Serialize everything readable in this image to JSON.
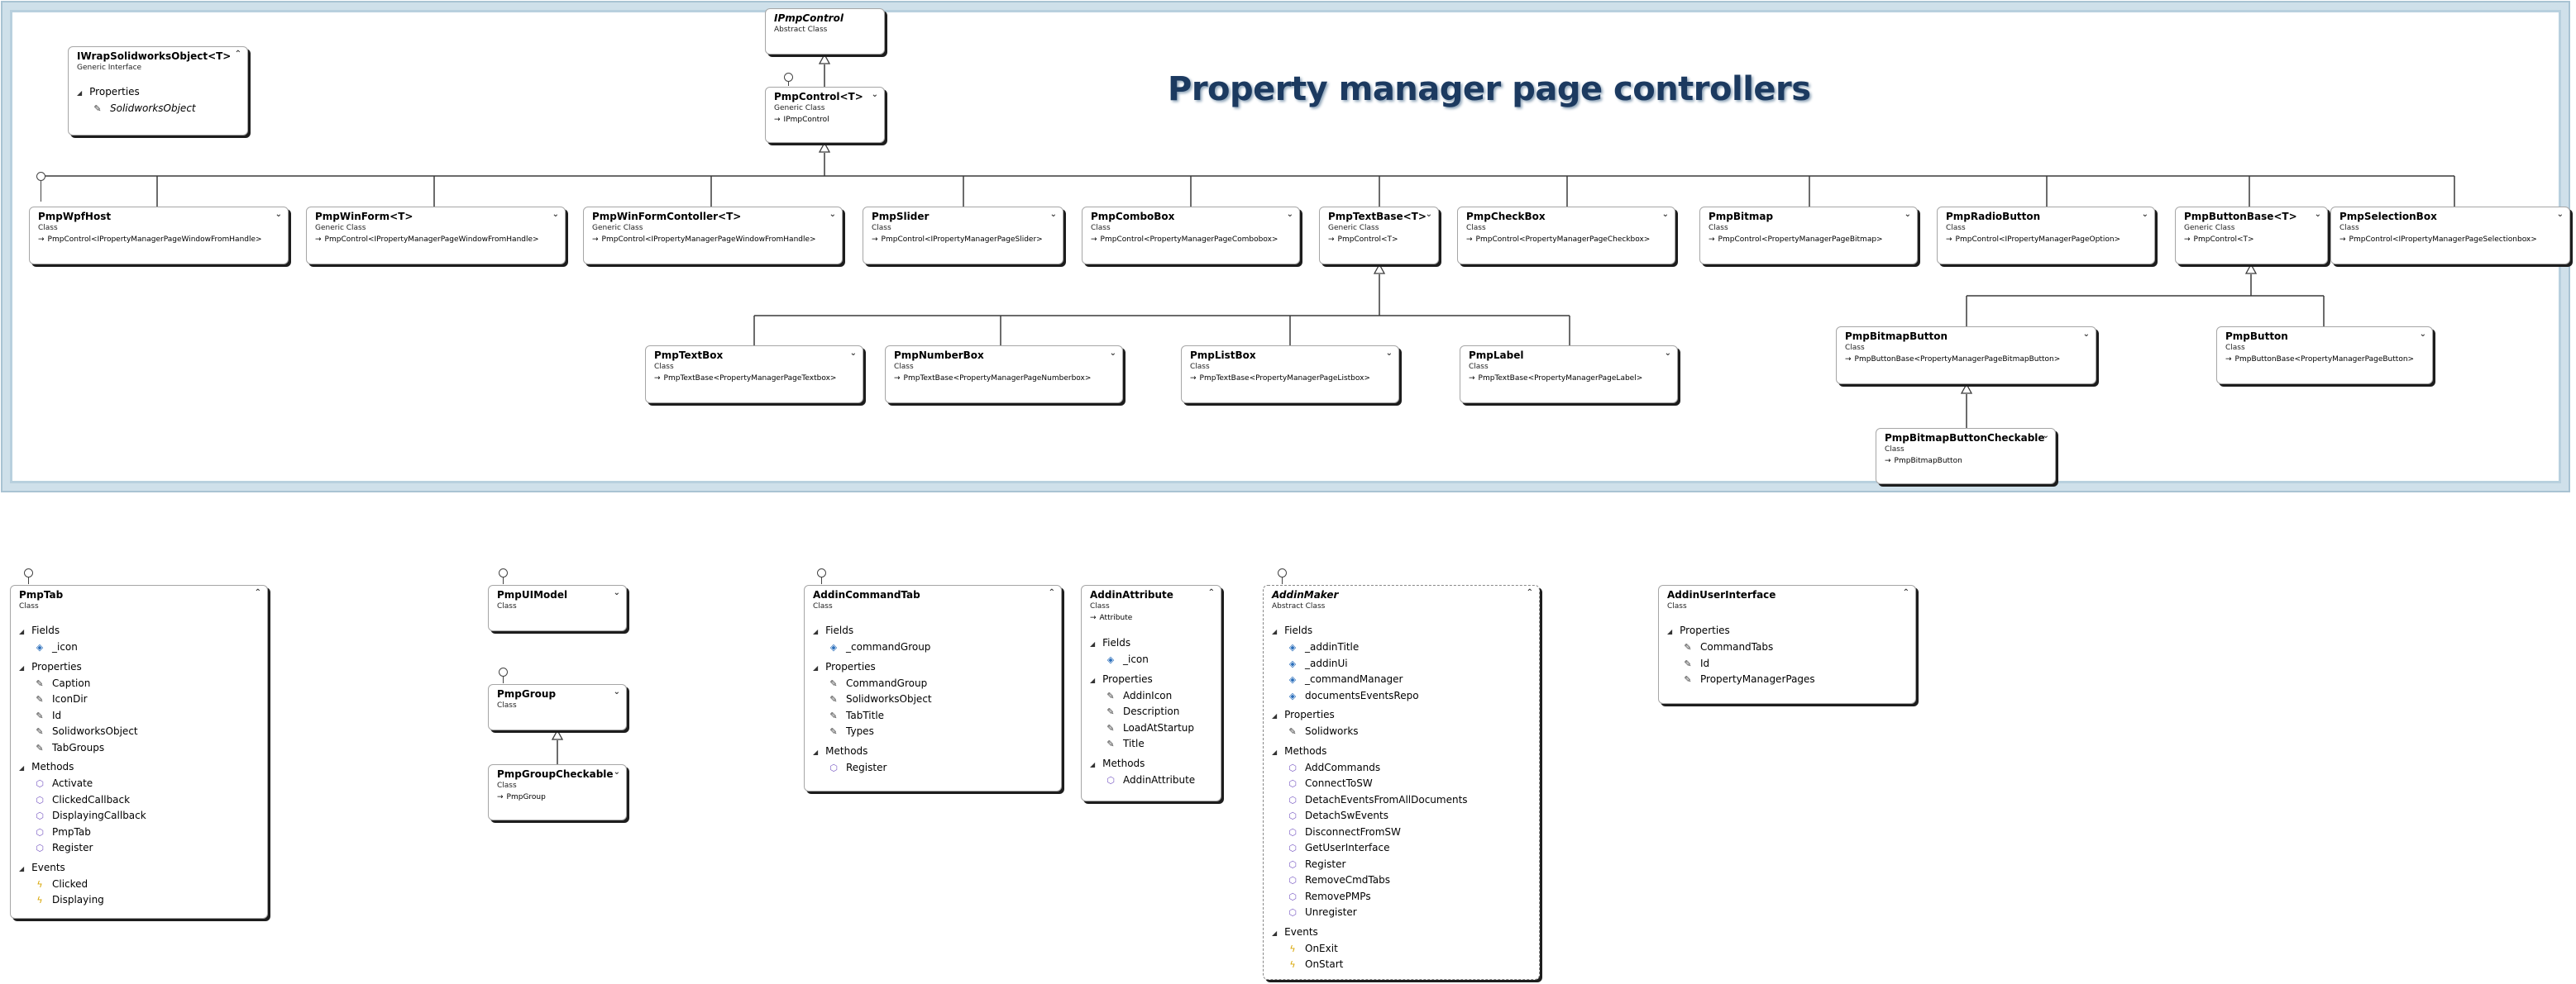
{
  "title": "Property manager page controllers",
  "boxes": {
    "ipmpcontrol": {
      "name": "IPmpControl",
      "kind": "Abstract Class"
    },
    "iwrap": {
      "name": "IWrapSolidworksObject<T>",
      "kind": "Generic Interface",
      "sections": [
        {
          "label": "Properties",
          "members": [
            "SolidworksObject"
          ]
        }
      ]
    },
    "pmpcontrol": {
      "name": "PmpControl<T>",
      "kind": "Generic Class",
      "base": "IPmpControl"
    },
    "pmpwpfhost": {
      "name": "PmpWpfHost",
      "kind": "Class",
      "base": "PmpControl<IPropertyManagerPageWindowFromHandle>"
    },
    "pmpwinform": {
      "name": "PmpWinForm<T>",
      "kind": "Generic Class",
      "base": "PmpControl<IPropertyManagerPageWindowFromHandle>"
    },
    "pmpwinformcontroller": {
      "name": "PmpWinFormContoller<T>",
      "kind": "Generic Class",
      "base": "PmpControl<IPropertyManagerPageWindowFromHandle>"
    },
    "pmpslider": {
      "name": "PmpSlider",
      "kind": "Class",
      "base": "PmpControl<IPropertyManagerPageSlider>"
    },
    "pmpcombobox": {
      "name": "PmpComboBox",
      "kind": "Class",
      "base": "PmpControl<PropertyManagerPageCombobox>"
    },
    "pmptextbase": {
      "name": "PmpTextBase<T>",
      "kind": "Generic Class",
      "base": "PmpControl<T>"
    },
    "pmpcheckbox": {
      "name": "PmpCheckBox",
      "kind": "Class",
      "base": "PmpControl<PropertyManagerPageCheckbox>"
    },
    "pmpbitmap": {
      "name": "PmpBitmap",
      "kind": "Class",
      "base": "PmpControl<PropertyManagerPageBitmap>"
    },
    "pmpradiobutton": {
      "name": "PmpRadioButton",
      "kind": "Class",
      "base": "PmpControl<IPropertyManagerPageOption>"
    },
    "pmpbuttonbase": {
      "name": "PmpButtonBase<T>",
      "kind": "Generic Class",
      "base": "PmpControl<T>"
    },
    "pmpselectionbox": {
      "name": "PmpSelectionBox",
      "kind": "Class",
      "base": "PmpControl<IPropertyManagerPageSelectionbox>"
    },
    "pmptextbox": {
      "name": "PmpTextBox",
      "kind": "Class",
      "base": "PmpTextBase<PropertyManagerPageTextbox>"
    },
    "pmpnumberbox": {
      "name": "PmpNumberBox",
      "kind": "Class",
      "base": "PmpTextBase<PropertyManagerPageNumberbox>"
    },
    "pmplistbox": {
      "name": "PmpListBox",
      "kind": "Class",
      "base": "PmpTextBase<PropertyManagerPageListbox>"
    },
    "pmplabel": {
      "name": "PmpLabel",
      "kind": "Class",
      "base": "PmpTextBase<PropertyManagerPageLabel>"
    },
    "pmpbitmapbutton": {
      "name": "PmpBitmapButton",
      "kind": "Class",
      "base": "PmpButtonBase<PropertyManagerPageBitmapButton>"
    },
    "pmpbutton": {
      "name": "PmpButton",
      "kind": "Class",
      "base": "PmpButtonBase<PropertyManagerPageButton>"
    },
    "pmpbitmapbuttoncheckable": {
      "name": "PmpBitmapButtonCheckable",
      "kind": "Class",
      "base": "PmpBitmapButton"
    },
    "pmptab": {
      "name": "PmpTab",
      "kind": "Class",
      "sections": [
        {
          "label": "Fields",
          "members": [
            "_icon"
          ]
        },
        {
          "label": "Properties",
          "members": [
            "Caption",
            "IconDir",
            "Id",
            "SolidworksObject",
            "TabGroups"
          ]
        },
        {
          "label": "Methods",
          "members": [
            "Activate",
            "ClickedCallback",
            "DisplayingCallback",
            "PmpTab",
            "Register"
          ]
        },
        {
          "label": "Events",
          "members": [
            "Clicked",
            "Displaying"
          ]
        }
      ]
    },
    "pmpuimodel": {
      "name": "PmpUIModel",
      "kind": "Class"
    },
    "pmpgroup": {
      "name": "PmpGroup",
      "kind": "Class"
    },
    "pmpgroupcheckable": {
      "name": "PmpGroupCheckable",
      "kind": "Class",
      "base": "PmpGroup"
    },
    "addincommandtab": {
      "name": "AddinCommandTab",
      "kind": "Class",
      "sections": [
        {
          "label": "Fields",
          "members": [
            "_commandGroup"
          ]
        },
        {
          "label": "Properties",
          "members": [
            "CommandGroup",
            "SolidworksObject",
            "TabTitle",
            "Types"
          ]
        },
        {
          "label": "Methods",
          "members": [
            "Register"
          ]
        }
      ]
    },
    "addinattribute": {
      "name": "AddinAttribute",
      "kind": "Class",
      "base": "Attribute",
      "sections": [
        {
          "label": "Fields",
          "members": [
            "_icon"
          ]
        },
        {
          "label": "Properties",
          "members": [
            "AddinIcon",
            "Description",
            "LoadAtStartup",
            "Title"
          ]
        },
        {
          "label": "Methods",
          "members": [
            "AddinAttribute"
          ]
        }
      ]
    },
    "addinmaker": {
      "name": "AddinMaker",
      "kind": "Abstract Class",
      "sections": [
        {
          "label": "Fields",
          "members": [
            "_addinTitle",
            "_addinUi",
            "_commandManager",
            "documentsEventsRepo"
          ]
        },
        {
          "label": "Properties",
          "members": [
            "Solidworks"
          ]
        },
        {
          "label": "Methods",
          "members": [
            "AddCommands",
            "ConnectToSW",
            "DetachEventsFromAllDocuments",
            "DetachSwEvents",
            "DisconnectFromSW",
            "GetUserInterface",
            "Register",
            "RemoveCmdTabs",
            "RemovePMPs",
            "Unregister"
          ]
        },
        {
          "label": "Events",
          "members": [
            "OnExit",
            "OnStart"
          ]
        }
      ]
    },
    "addinuserinterface": {
      "name": "AddinUserInterface",
      "kind": "Class",
      "sections": [
        {
          "label": "Properties",
          "members": [
            "CommandTabs",
            "Id",
            "PropertyManagerPages"
          ]
        }
      ]
    }
  }
}
